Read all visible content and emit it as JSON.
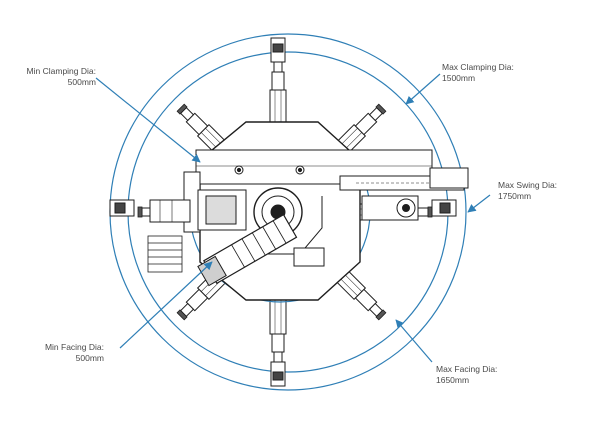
{
  "labels": {
    "min_clamping": {
      "title": "Min Clamping Dia:",
      "value": "500mm"
    },
    "max_clamping": {
      "title": "Max Clamping Dia:",
      "value": "1500mm"
    },
    "max_swing": {
      "title": "Max Swing Dia:",
      "value": "1750mm"
    },
    "min_facing": {
      "title": "Min Facing Dia:",
      "value": "500mm"
    },
    "max_facing": {
      "title": "Max Facing Dia:",
      "value": "1650mm"
    }
  },
  "colors": {
    "accent": "#2f7fb6",
    "drawing": "#1e1e1e",
    "label_text": "#4a4a4a"
  }
}
